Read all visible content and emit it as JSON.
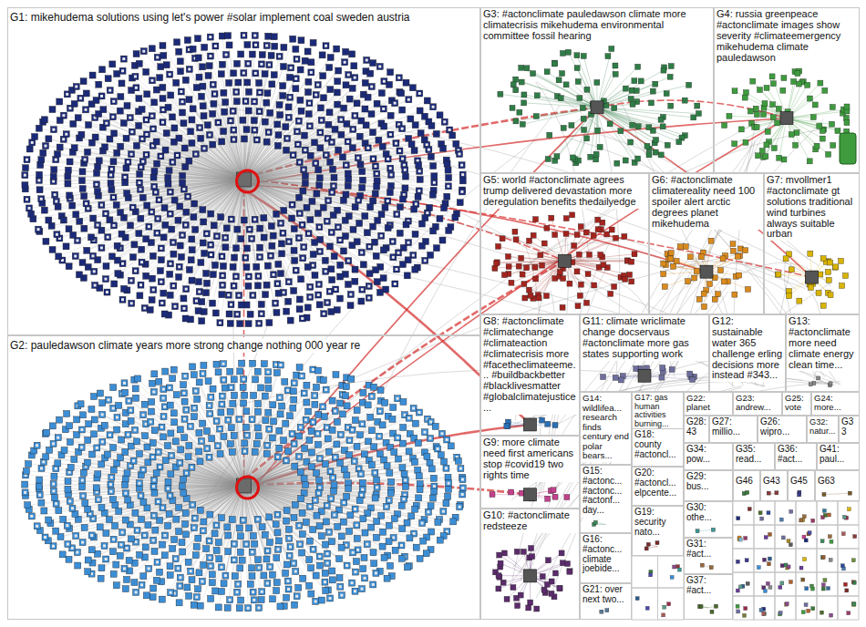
{
  "diagram": {
    "nodes": [
      {
        "text": [
          "G1: mikehudema solutions using let's power #solar implement coal sweden austria"
        ]
      },
      {
        "text": [
          "G3: #actonclimate pauledawson climate more climatecrisis mikehudema environmental committee fossil hearing"
        ]
      },
      {
        "text": [
          "G4: russia greenpeace #actonclimate images show severity #climateemergency mikehudema climate pauledawson"
        ]
      },
      {
        "text": [
          "G5: world #actonclimate agrees trump delivered devastation more deregulation benefits thedailyedge"
        ]
      },
      {
        "text": [
          "G6: #actonclimate climatereality need 100 spoiler alert arctic degrees planet mikehudema"
        ]
      },
      {
        "text": [
          "G7: mvollmer1 #actonclimate gt solutions traditional wind turbines always suitable urban"
        ]
      },
      {
        "text": [
          "G2: pauledawson climate years more strong change nothing 000 year re"
        ]
      },
      {
        "text": [
          "G8: #actonclimate #climatechange #climateaction #climatecrisis more #facetheclimateeme... #buildbackbetter #blacklivesmatter #globalclimatejustice..."
        ]
      },
      {
        "text": [
          "G11: climate wriclimate change docservaus #actonclimate more gas states supporting work"
        ]
      },
      {
        "text": [
          "G12: sustainable water 365 challenge erling decisions more instead #343..."
        ]
      },
      {
        "text": [
          "G13: #actonclimate more need climate energy clean time..."
        ]
      },
      {
        "text": [
          "G14: wildlifea... research finds century end polar bears..."
        ]
      },
      {
        "text": [
          "G17: gas human activities burning..."
        ]
      },
      {
        "text": [
          "G22: planet"
        ]
      },
      {
        "text": [
          "G23: andrew..."
        ]
      },
      {
        "text": [
          "G25: vote"
        ]
      },
      {
        "text": [
          "G24: more..."
        ]
      },
      {
        "text": [
          "G28: 43"
        ]
      },
      {
        "text": [
          "G27: millio..."
        ]
      },
      {
        "text": [
          "G26: wipro..."
        ]
      },
      {
        "text": [
          "G32: natur..."
        ]
      },
      {
        "text": [
          "G33"
        ]
      },
      {
        "text": [
          "G9: more climate need first americans stop #covid19 two rights time"
        ]
      },
      {
        "text": [
          "G18: county #actoncl..."
        ]
      },
      {
        "text": [
          "G34: pow..."
        ]
      },
      {
        "text": [
          "G35: read..."
        ]
      },
      {
        "text": [
          "G36: #act..."
        ]
      },
      {
        "text": [
          "G41: paul..."
        ]
      },
      {
        "text": [
          "G15: #actonc... #actonc... #actonf... day..."
        ]
      },
      {
        "text": [
          "G20: #actoncl... elpcente..."
        ]
      },
      {
        "text": [
          "G29: bus..."
        ]
      },
      {
        "text": [
          "G46"
        ]
      },
      {
        "text": [
          "G43"
        ]
      },
      {
        "text": [
          "G45"
        ]
      },
      {
        "text": [
          "G63"
        ]
      },
      {
        "text": [
          "G19: security nato..."
        ]
      },
      {
        "text": [
          "G30: othe..."
        ]
      },
      {
        "text": [
          "G10: #actonclimate redsteeze"
        ]
      },
      {
        "text": [
          "G16: #actonc... climate joebide..."
        ]
      },
      {
        "text": [
          "G31: #act..."
        ]
      },
      {
        "text": [
          "G21: over next two..."
        ]
      },
      {
        "text": [
          "G37: #act..."
        ]
      }
    ]
  }
}
